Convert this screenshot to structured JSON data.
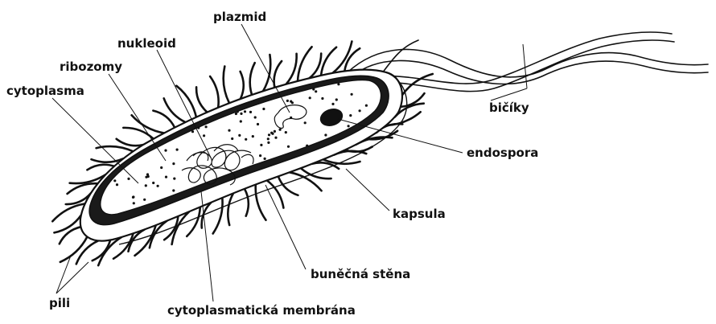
{
  "colors": {
    "ink": "#111111",
    "background": "#ffffff",
    "fill": "#ffffff"
  },
  "labels": {
    "plazmid": "plazmid",
    "nukleoid": "nukleoid",
    "ribozomy": "ribozomy",
    "cytoplasma": "cytoplasma",
    "bicky": "bičíky",
    "endospora": "endospora",
    "kapsula": "kapsula",
    "bunecna_stena": "buněčná stěna",
    "pili": "pili",
    "cytoplasmaticka_membrana": "cytoplasmatická membrána"
  }
}
